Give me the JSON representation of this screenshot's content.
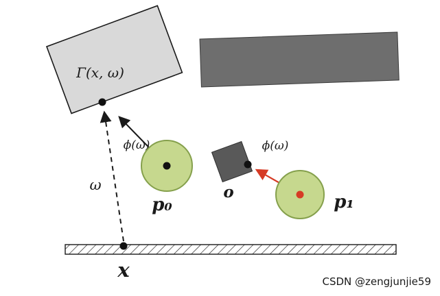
{
  "diagram": {
    "labels": {
      "gamma_surface": "Γ(x, ω)",
      "phi_left": "ϕ(ω)",
      "phi_right": "ϕ(ω)",
      "omega_ray": "ω",
      "point_p0": "p₀",
      "point_o": "o",
      "point_p1": "p₁",
      "point_x": "x"
    },
    "colors": {
      "light_rect_fill": "#d9d9d9",
      "dark_rect_fill": "#6e6e6e",
      "square_fill": "#595959",
      "circle_fill": "#c6d88e",
      "circle_stroke": "#85a04c",
      "arrow_black": "#1a1a1a",
      "arrow_red": "#d63b25",
      "dot_black": "#111111",
      "dot_red": "#d63b25",
      "watermark": "#aaaaaa"
    },
    "watermark": "CSDN @zengjunjie59"
  }
}
